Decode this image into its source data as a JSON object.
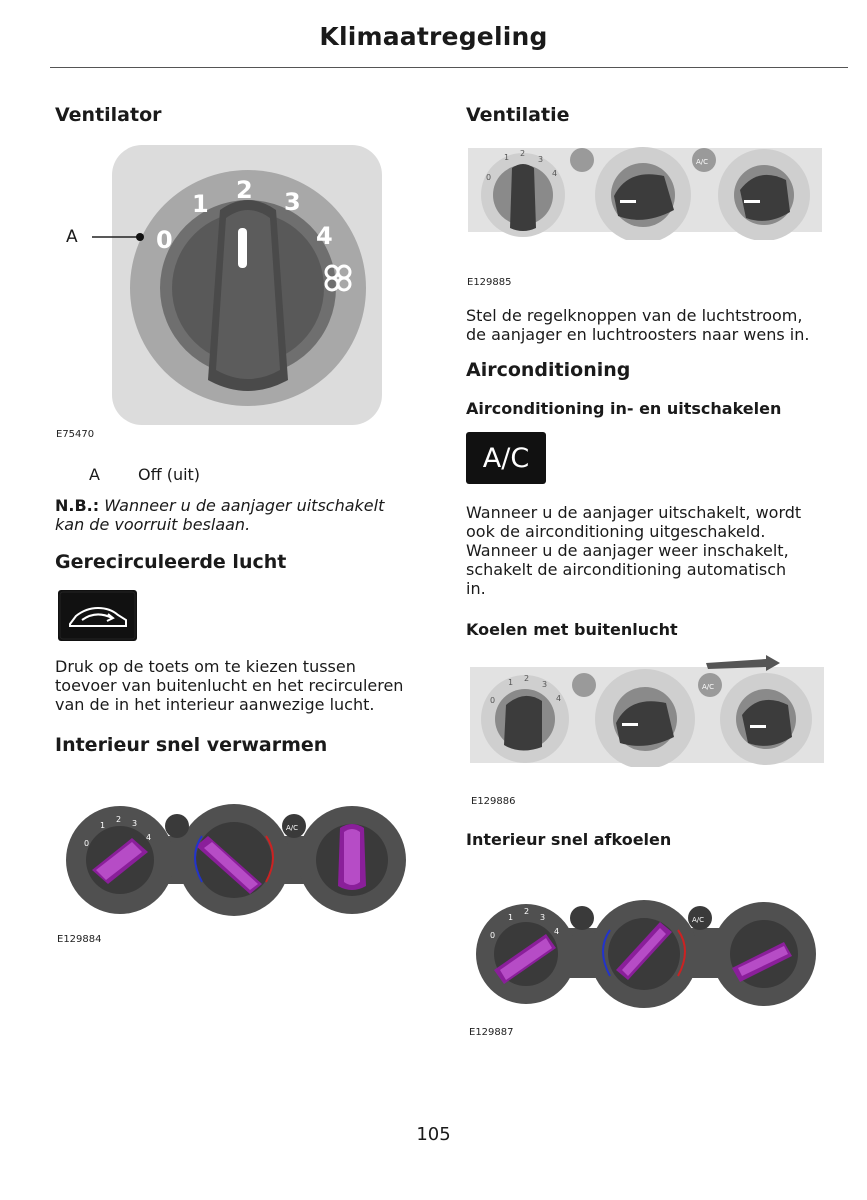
{
  "header": {
    "title": "Klimaatregeling"
  },
  "left": {
    "ventilator": {
      "heading": "Ventilator",
      "dial_numbers": [
        "0",
        "1",
        "2",
        "3",
        "4"
      ],
      "callout_letter": "A",
      "figure_code": "E75470",
      "legend_key": "A",
      "legend_value": "Off (uit)",
      "note_label": "N.B.:",
      "note_line1": "Wanneer u de aanjager uitschakelt",
      "note_line2": "kan de voorruit beslaan."
    },
    "recirc": {
      "heading": "Gerecirculeerde lucht",
      "line1": "Druk op de toets om te kiezen tussen",
      "line2": "toevoer van buitenlucht en het recirculeren",
      "line3": "van de in het interieur aanwezige lucht."
    },
    "heat": {
      "heading": "Interieur snel verwarmen",
      "figure_code": "E129884"
    }
  },
  "right": {
    "ventilatie": {
      "heading": "Ventilatie",
      "figure_code": "E129885",
      "line1": "Stel de regelknoppen van de luchtstroom,",
      "line2": "de aanjager en luchtroosters naar wens in."
    },
    "ac": {
      "heading": "Airconditioning",
      "subheading": "Airconditioning in- en uitschakelen",
      "button_label": "A/C",
      "line1": "Wanneer u de aanjager uitschakelt, wordt",
      "line2": "ook de airconditioning uitgeschakeld.",
      "line3": "Wanneer u de aanjager weer inschakelt,",
      "line4": "schakelt de airconditioning automatisch",
      "line5": "in."
    },
    "cool_outside": {
      "heading": "Koelen met buitenlucht",
      "figure_code": "E129886"
    },
    "cool_fast": {
      "heading": "Interieur snel afkoelen",
      "figure_code": "E129887"
    }
  },
  "panel_labels": {
    "ac_small": "A/C",
    "fan_numbers": [
      "0",
      "1",
      "2",
      "3",
      "4"
    ]
  },
  "footer": {
    "page_number": "105"
  }
}
